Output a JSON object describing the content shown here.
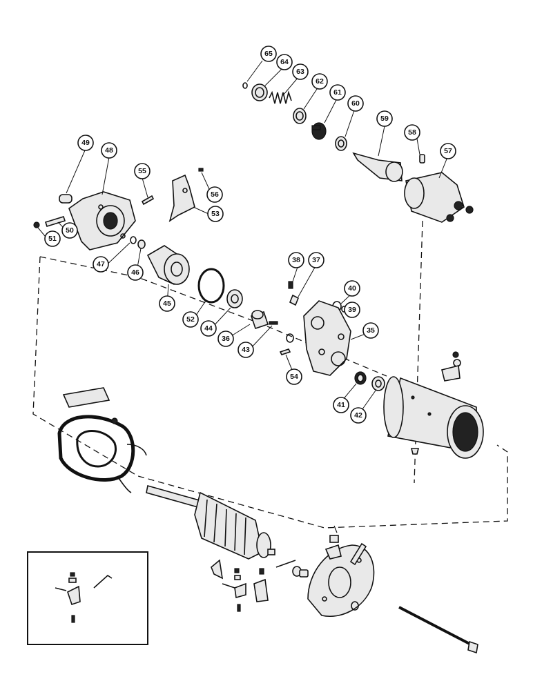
{
  "callouts": {
    "c65": "65",
    "c64": "64",
    "c63": "63",
    "c62": "62",
    "c61": "61",
    "c60": "60",
    "c59": "59",
    "c58": "58",
    "c57": "57",
    "c49": "49",
    "c48": "48",
    "c55": "55",
    "c56": "56",
    "c53": "53",
    "c50": "50",
    "c51": "51",
    "c47": "47",
    "c46": "46",
    "c45": "45",
    "c52": "52",
    "c44": "44",
    "c36": "36",
    "c43": "43",
    "c38": "38",
    "c37": "37",
    "c40": "40",
    "c39": "39",
    "c35": "35",
    "c54": "54",
    "c41": "41",
    "c42": "42"
  }
}
